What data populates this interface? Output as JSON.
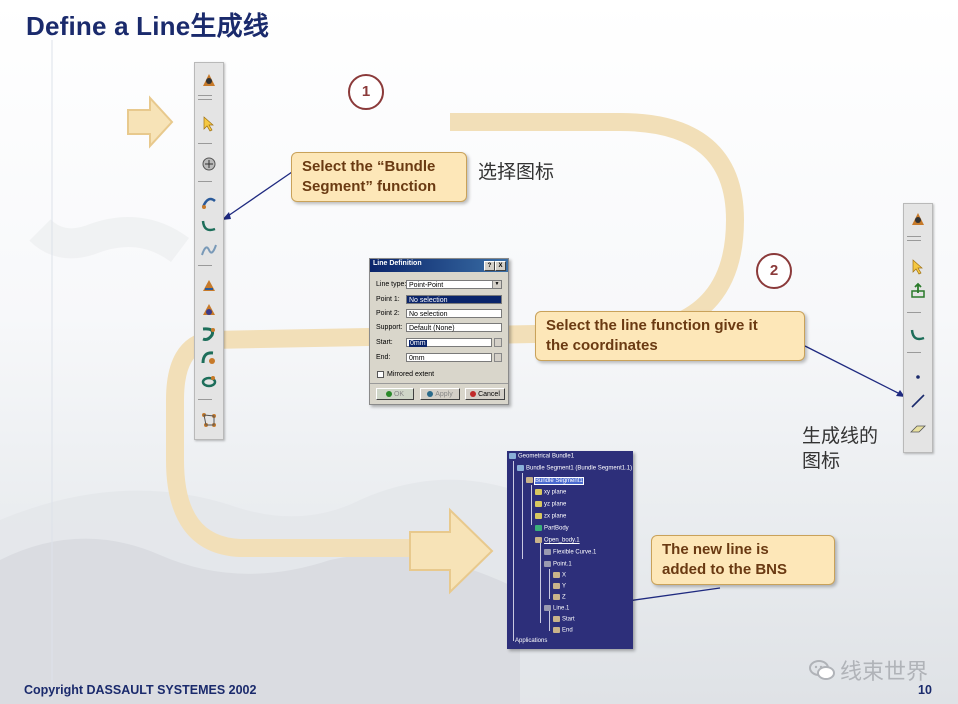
{
  "title": "Define a Line生成线",
  "footer": {
    "copyright": "Copyright  DASSAULT  SYSTEMES 2002",
    "page": "10"
  },
  "watermark": "线束世界",
  "badges": {
    "one": "1",
    "two": "2"
  },
  "callouts": {
    "bundle_line1": "Select the “Bundle",
    "bundle_line2": "Segment” function",
    "line_line1": "Select the line function give it",
    "line_line2": "the coordinates",
    "bns_line1": "The new line is",
    "bns_line2": "added to the BNS"
  },
  "chinese_labels": {
    "select_icon": "选择图标",
    "gen_line_icon_1": "生成线的",
    "gen_line_icon_2": "图标"
  },
  "dialog": {
    "title": "Line Definition",
    "help_btn": "?",
    "close_btn": "X",
    "line_type_label": "Line type:",
    "line_type_value": "Point-Point",
    "point1_label": "Point 1:",
    "point1_value": "No selection",
    "point2_label": "Point 2:",
    "point2_value": "No selection",
    "support_label": "Support:",
    "support_value": "Default (None)",
    "start_label": "Start:",
    "start_value": "0mm",
    "end_label": "End:",
    "end_value": "0mm",
    "mirrored_label": "Mirrored extent",
    "ok": "OK",
    "apply": "Apply",
    "cancel": "Cancel"
  },
  "tree": {
    "root": "Geometrical Bundle1",
    "segment": "Bundle Segment1 (Bundle Segment1.1)",
    "segment_child": "Bundle Segment1",
    "xy": "xy plane",
    "yz": "yz plane",
    "zx": "zx plane",
    "partbody": "PartBody",
    "open_body": "Open_body.1",
    "flex_curve": "Flexible Curve.1",
    "point": "Point.1",
    "px": "X",
    "py": "Y",
    "pz": "Z",
    "line": "Line.1",
    "start": "Start",
    "end": "End",
    "applications": "Applications"
  },
  "colors": {
    "title": "#1a2a6c",
    "callout_fill": "#fde7b8",
    "callout_text": "#6a3a12",
    "path_band": "#f2dfb8",
    "tree_bg": "#2d2f7a"
  },
  "icons": {
    "left_toolbar": [
      "arrows-icon",
      "select-arrow-icon",
      "bundle-properties-icon",
      "bundle-segment-icon",
      "curve-icon",
      "spline-icon",
      "protection-icon",
      "support-icon",
      "connector-icon",
      "shell-icon",
      "fit-icon",
      "network-icon"
    ],
    "right_toolbar": [
      "arrows-icon",
      "select-arrow-icon",
      "export-icon",
      "curve-icon",
      "point-icon",
      "line-icon",
      "plane-icon"
    ]
  }
}
